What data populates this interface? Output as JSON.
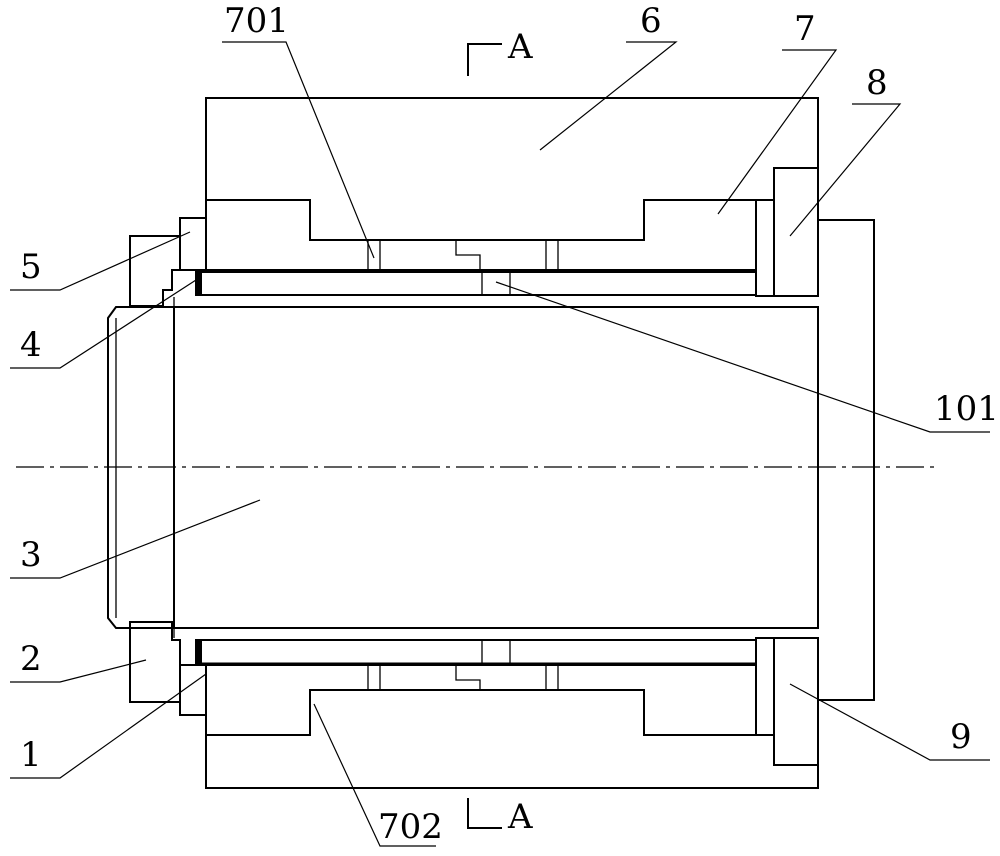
{
  "labels": {
    "l701": "701",
    "l6": "6",
    "l7": "7",
    "l8": "8",
    "l5": "5",
    "l4": "4",
    "l101": "101",
    "l3": "3",
    "l2": "2",
    "l1": "1",
    "l702": "702",
    "l9": "9",
    "sectionTop": "A",
    "sectionBottom": "A"
  }
}
